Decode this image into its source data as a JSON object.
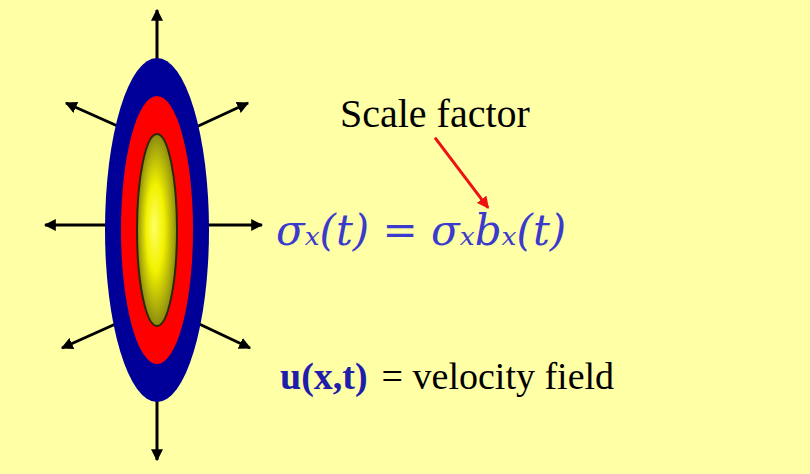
{
  "diagram": {
    "labels": [
      "Scale factor",
      "σₓ(t) = σₓbₓ(t)",
      "u(x,t)",
      "= velocity field"
    ]
  }
}
